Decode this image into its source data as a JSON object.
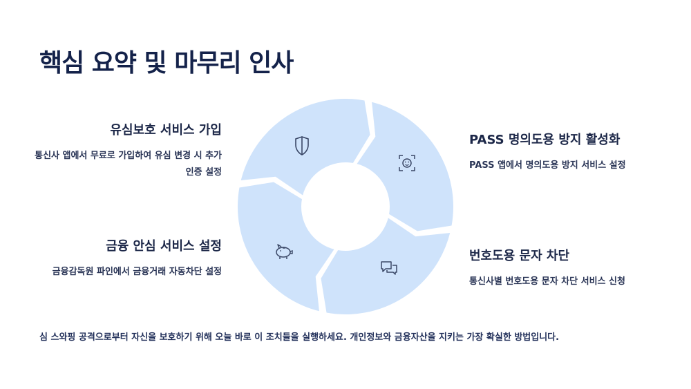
{
  "title": "핵심 요약 및 마무리 인사",
  "steps": [
    {
      "icon": "shield-icon",
      "heading": "유심보호 서비스 가입",
      "body": "통신사 앱에서 무료로 가입하여 유심 변경 시 추가 인증 설정"
    },
    {
      "icon": "face-scan-icon",
      "heading": "PASS 명의도용 방지 활성화",
      "body": "PASS 앱에서 명의도용 방지 서비스 설정"
    },
    {
      "icon": "chat-bubbles-icon",
      "heading": "번호도용 문자 차단",
      "body": "통신사별 번호도용 문자 차단 서비스 신청"
    },
    {
      "icon": "piggy-bank-icon",
      "heading": "금융 안심 서비스 설정",
      "body": "금융감독원 파인에서 금융거래 자동차단 설정"
    }
  ],
  "footer": "심 스와핑 공격으로부터 자신을 보호하기 위해 오늘 바로 이 조치들을 실행하세요. 개인정보와 금융자산을 지키는 가장 확실한 방법입니다.",
  "colors": {
    "segment": "#cfe3fb",
    "title": "#14224a",
    "icon": "#3a4766"
  }
}
